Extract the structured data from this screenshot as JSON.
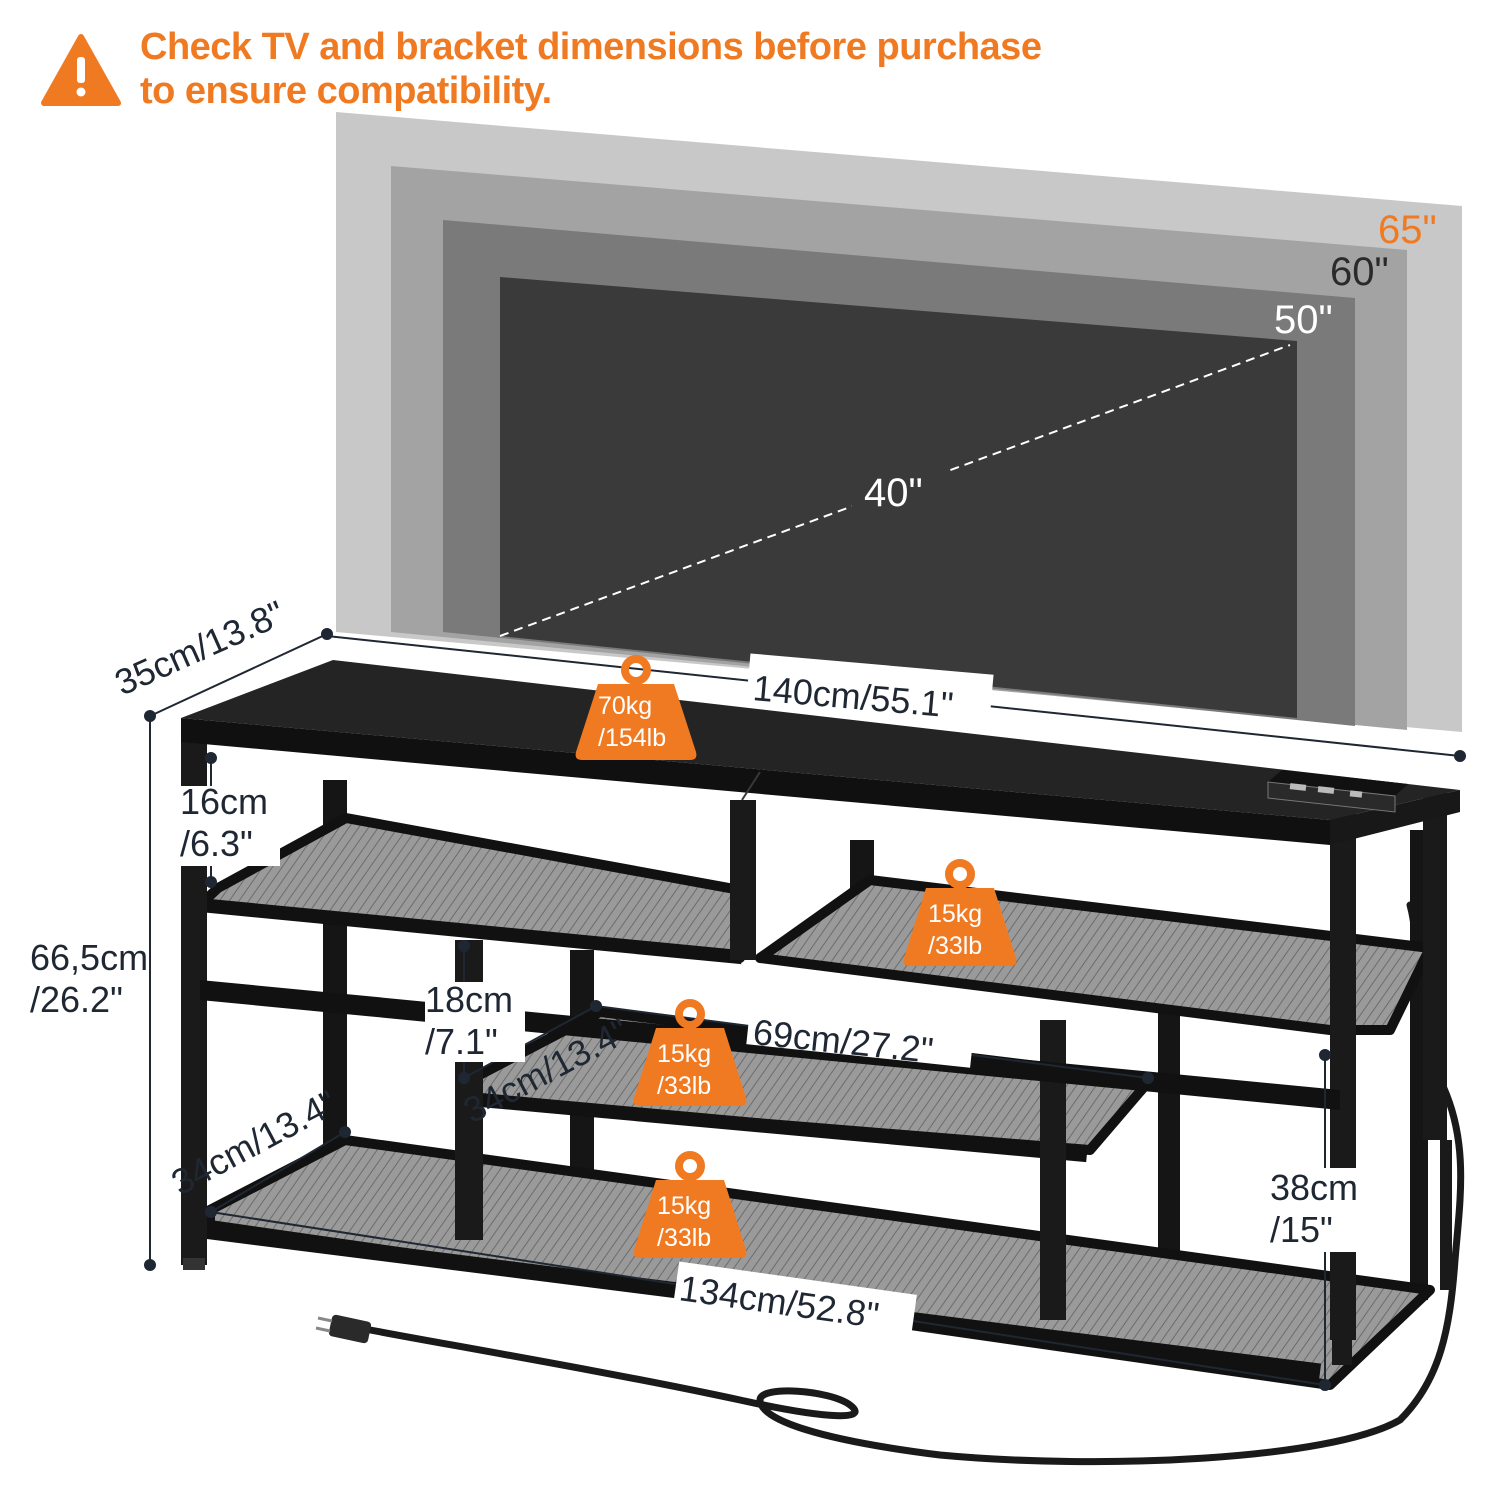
{
  "notice": {
    "line1": "Check TV and bracket dimensions before purchase",
    "line2": "to ensure compatibility."
  },
  "tv_sizes": {
    "s65": "65\"",
    "s60": "60\"",
    "s50": "50\"",
    "s40": "40\""
  },
  "dimensions": {
    "depth_top": "35cm/13.8\"",
    "width_top": "140cm/55.1\"",
    "height_total_cm": "66,5cm",
    "height_total_in": "/26.2\"",
    "upper_gap_cm": "16cm",
    "upper_gap_in": "/6.3\"",
    "middle_gap_cm": "18cm",
    "middle_gap_in": "/7.1\"",
    "middle_depth": "34cm/13.4\"",
    "middle_width": "69cm/27.2\"",
    "bottom_depth": "34cm/13.4\"",
    "bottom_width": "134cm/52.8\"",
    "bottom_gap_cm": "38cm",
    "bottom_gap_in": "/15\""
  },
  "weights": {
    "top_kg": "70kg",
    "top_lb": "/154lb",
    "upper_kg": "15kg",
    "upper_lb": "/33lb",
    "middle_kg": "15kg",
    "middle_lb": "/33lb",
    "bottom_kg": "15kg",
    "bottom_lb": "/33lb"
  },
  "icons": {
    "warning": "warning-triangle-icon",
    "weight": "weight-icon",
    "outlet": "power-outlet-icon",
    "plug": "power-plug-icon"
  },
  "colors": {
    "accent": "#f07a22",
    "frame": "#1a1a1a",
    "dim_text": "#1f2733",
    "tv65": "#c8c8c8",
    "tv60": "#a3a3a3",
    "tv50": "#7a7a7a",
    "tv40": "#3a3a3a"
  }
}
